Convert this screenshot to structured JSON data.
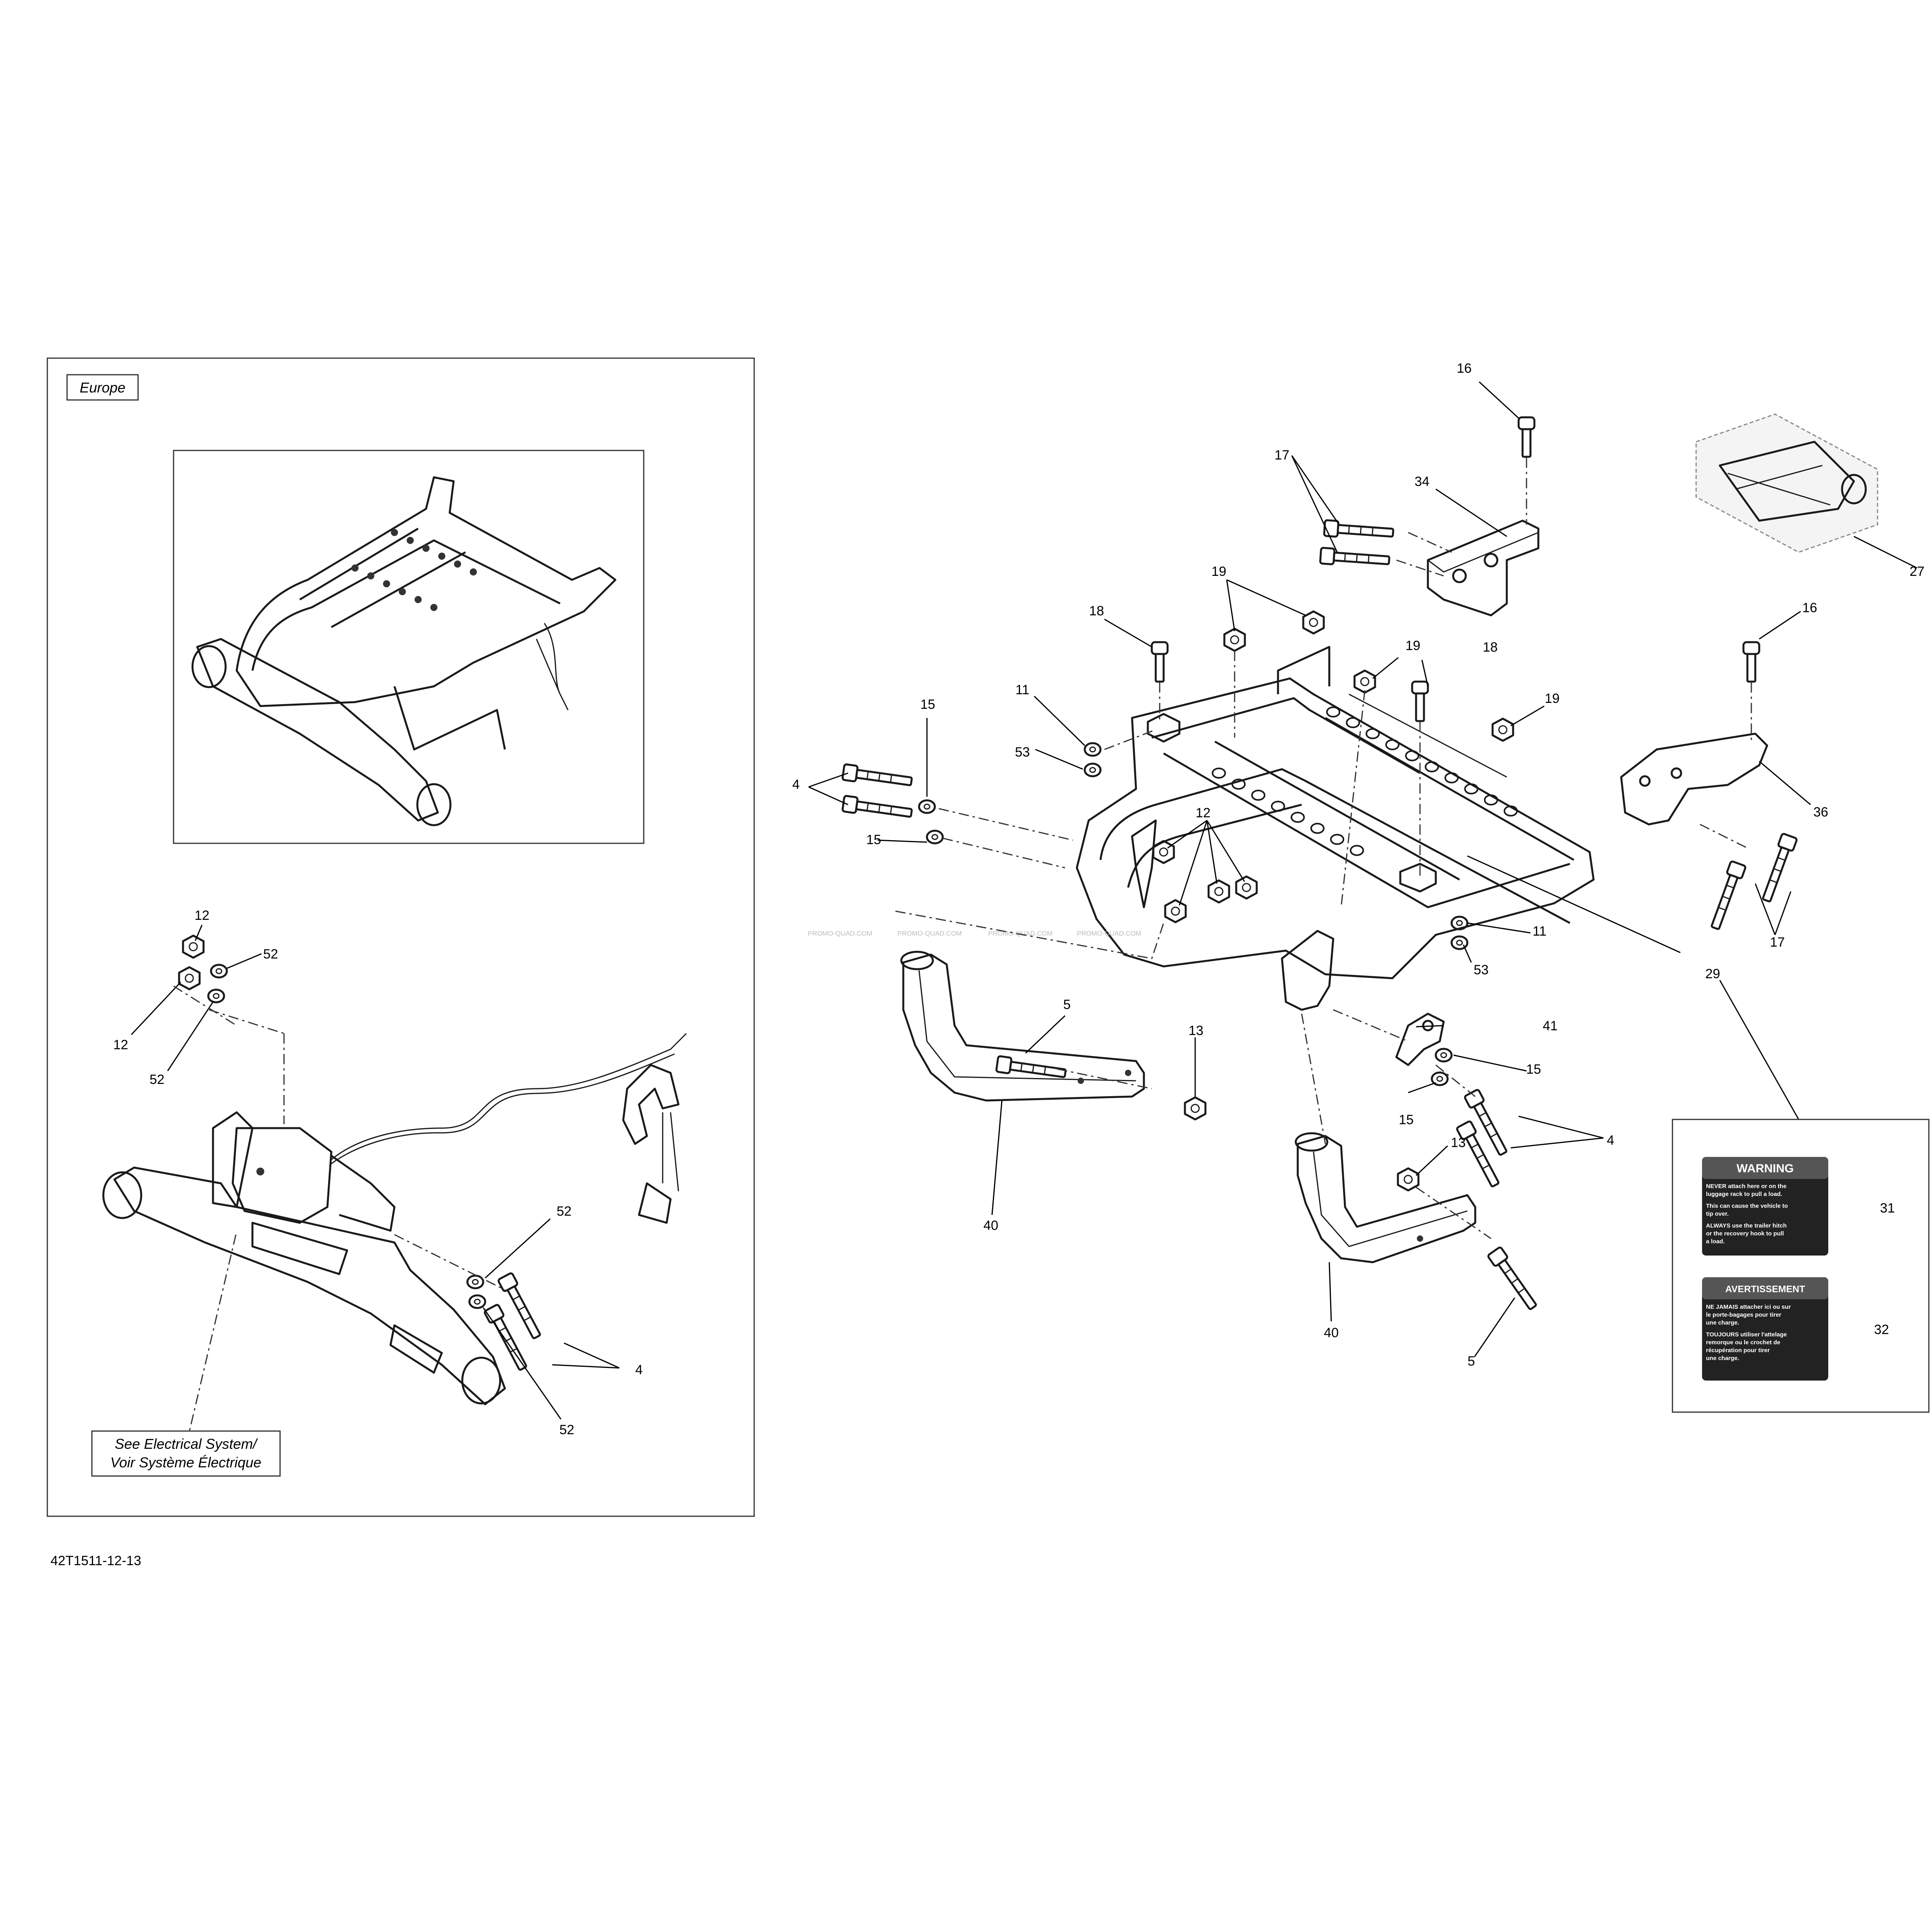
{
  "diagram_code": "42T1511-12-13",
  "watermark": "PROMO-QUAD.COM",
  "inset": {
    "region_label": "Europe",
    "note_line1": "See Electrical System/",
    "note_line2": "Voir Système Électrique"
  },
  "decal_warning": {
    "heading": "WARNING",
    "line1": "NEVER attach here or on the",
    "line2": "luggage rack to pull a load.",
    "line3": "This can cause the vehicle to",
    "line4": "tip over.",
    "line5": "ALWAYS use the trailer hitch",
    "line6": "or the recovery hook to pull",
    "line7": "a load."
  },
  "decal_french": {
    "heading": "AVERTISSEMENT",
    "line1": "NE JAMAIS attacher ici ou sur",
    "line2": "le porte-bagages pour tirer",
    "line3": "une charge.",
    "line4": "TOUJOURS utiliser l'attelage",
    "line5": "remorque ou le crochet de",
    "line6": "récupération pour tirer",
    "line7": "une charge."
  },
  "callouts": {
    "c4a": "4",
    "c4b": "4",
    "c4c": "4",
    "c5a": "5",
    "c5b": "5",
    "c11a": "11",
    "c11b": "11",
    "c12a": "12",
    "c12b": "12",
    "c12c": "12",
    "c13a": "13",
    "c13b": "13",
    "c15a": "15",
    "c15b": "15",
    "c15c": "15",
    "c15d": "15",
    "c16a": "16",
    "c16b": "16",
    "c17a": "17",
    "c17b": "17",
    "c18a": "18",
    "c18b": "18",
    "c19a": "19",
    "c19b": "19",
    "c19c": "19",
    "c27": "27",
    "c29": "29",
    "c31": "31",
    "c32": "32",
    "c34": "34",
    "c36": "36",
    "c40a": "40",
    "c40b": "40",
    "c41": "41",
    "c52a": "52",
    "c52b": "52",
    "c52c": "52",
    "c52d": "52",
    "c53a": "53",
    "c53b": "53"
  }
}
